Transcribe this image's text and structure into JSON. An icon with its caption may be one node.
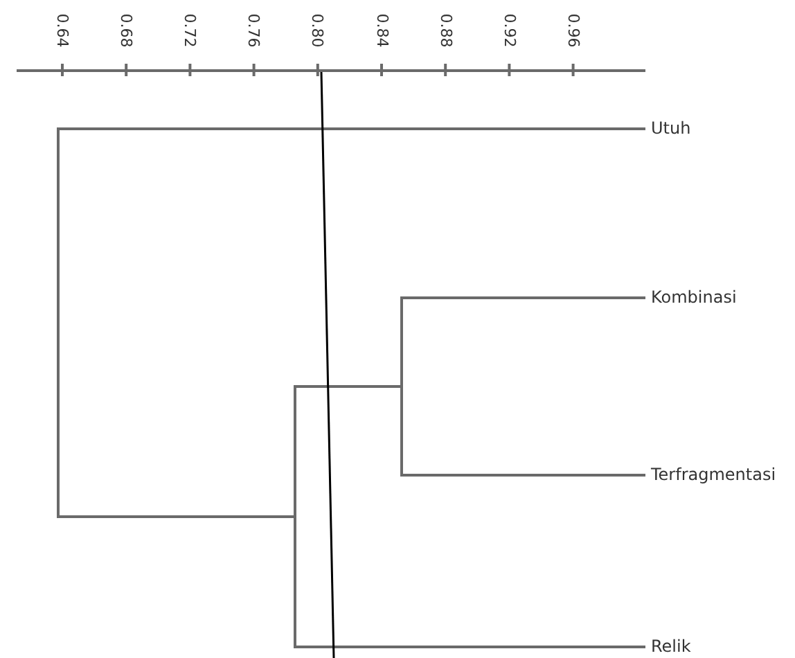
{
  "diagram": {
    "nodes": [
      {
        "text": [
          "Utuh"
        ]
      },
      {
        "text": [
          "Kombinasi"
        ]
      },
      {
        "text": [
          "Terfragmentasi"
        ]
      },
      {
        "text": [
          "Relik"
        ]
      },
      {
        "text": [],
        "shape": "bar"
      },
      {
        "text": [],
        "shape": "bar"
      },
      {
        "text": [],
        "shape": "bar"
      }
    ],
    "edges": [
      {
        "from": 1,
        "to": 6,
        "arrow": "none"
      },
      {
        "from": 2,
        "to": 6,
        "arrow": "none"
      },
      {
        "from": 6,
        "to": 5,
        "arrow": "none"
      },
      {
        "from": 3,
        "to": 5,
        "arrow": "none"
      },
      {
        "from": 5,
        "to": 4,
        "arrow": "none"
      },
      {
        "from": 0,
        "to": 4,
        "arrow": "none"
      }
    ],
    "labels": [
      "0.64",
      "0.68",
      "0.72",
      "0.76",
      "0.80",
      "0.84",
      "0.88",
      "0.92",
      "0.96"
    ]
  }
}
